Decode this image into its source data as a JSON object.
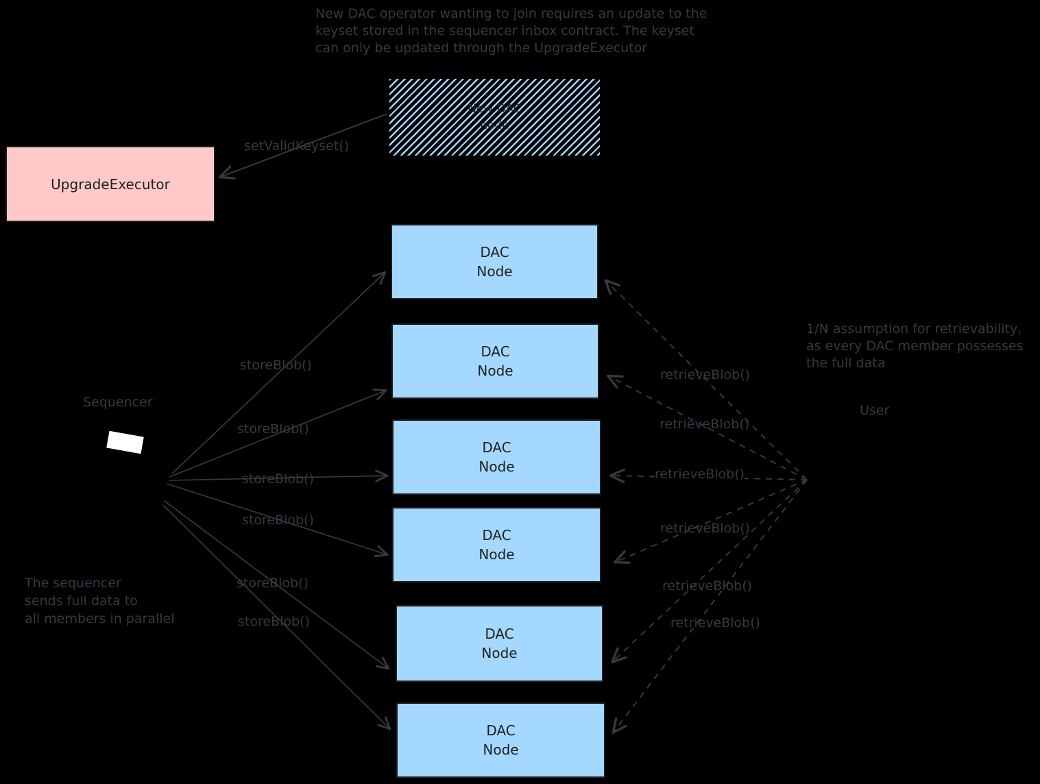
{
  "colors": {
    "background": "#000000",
    "node_fill": "#a5d8ff",
    "executor_fill": "#ffc9c9",
    "stroke_gray": "#343a40",
    "dark_text": "#1e1e1e",
    "screen_white": "#ffffff"
  },
  "notes": {
    "keyset_note_lines": [
      "New DAC operator wanting to join requires an update to the",
      "keyset stored in the sequencer inbox contract. The keyset",
      "can only be updated through the UpgradeExecutor"
    ],
    "retrievability_note_lines": [
      "1/N assumption for retrievability,",
      "as every DAC member possesses",
      "the full data"
    ],
    "sequencer_note_lines": [
      "The sequencer",
      "sends full data to",
      "all members in parallel"
    ]
  },
  "actors": {
    "sequencer": "Sequencer",
    "user": "User"
  },
  "nodes": {
    "upgrade_executor": "UpgradeExecutor",
    "new_dac_node_lines": [
      "New DAC",
      "node"
    ],
    "dac_nodes": [
      {
        "lines": [
          "DAC",
          "Node"
        ]
      },
      {
        "lines": [
          "DAC",
          "Node"
        ]
      },
      {
        "lines": [
          "DAC",
          "Node"
        ]
      },
      {
        "lines": [
          "DAC",
          "Node"
        ]
      },
      {
        "lines": [
          "DAC",
          "Node"
        ]
      },
      {
        "lines": [
          "DAC",
          "Node"
        ]
      }
    ]
  },
  "calls": {
    "set_valid_keyset": "setValidKeyset()",
    "store": [
      "storeBlob()",
      "storeBlob()",
      "storeBlob()",
      "storeBlob()",
      "storeBlob()",
      "storeBlob()"
    ],
    "retrieve": [
      "retrieveBlob()",
      "retrieveBlob()",
      "retrieveBlob()",
      "retrieveBlob()",
      "retrieveBlob()",
      "retrieveBlob()"
    ]
  }
}
